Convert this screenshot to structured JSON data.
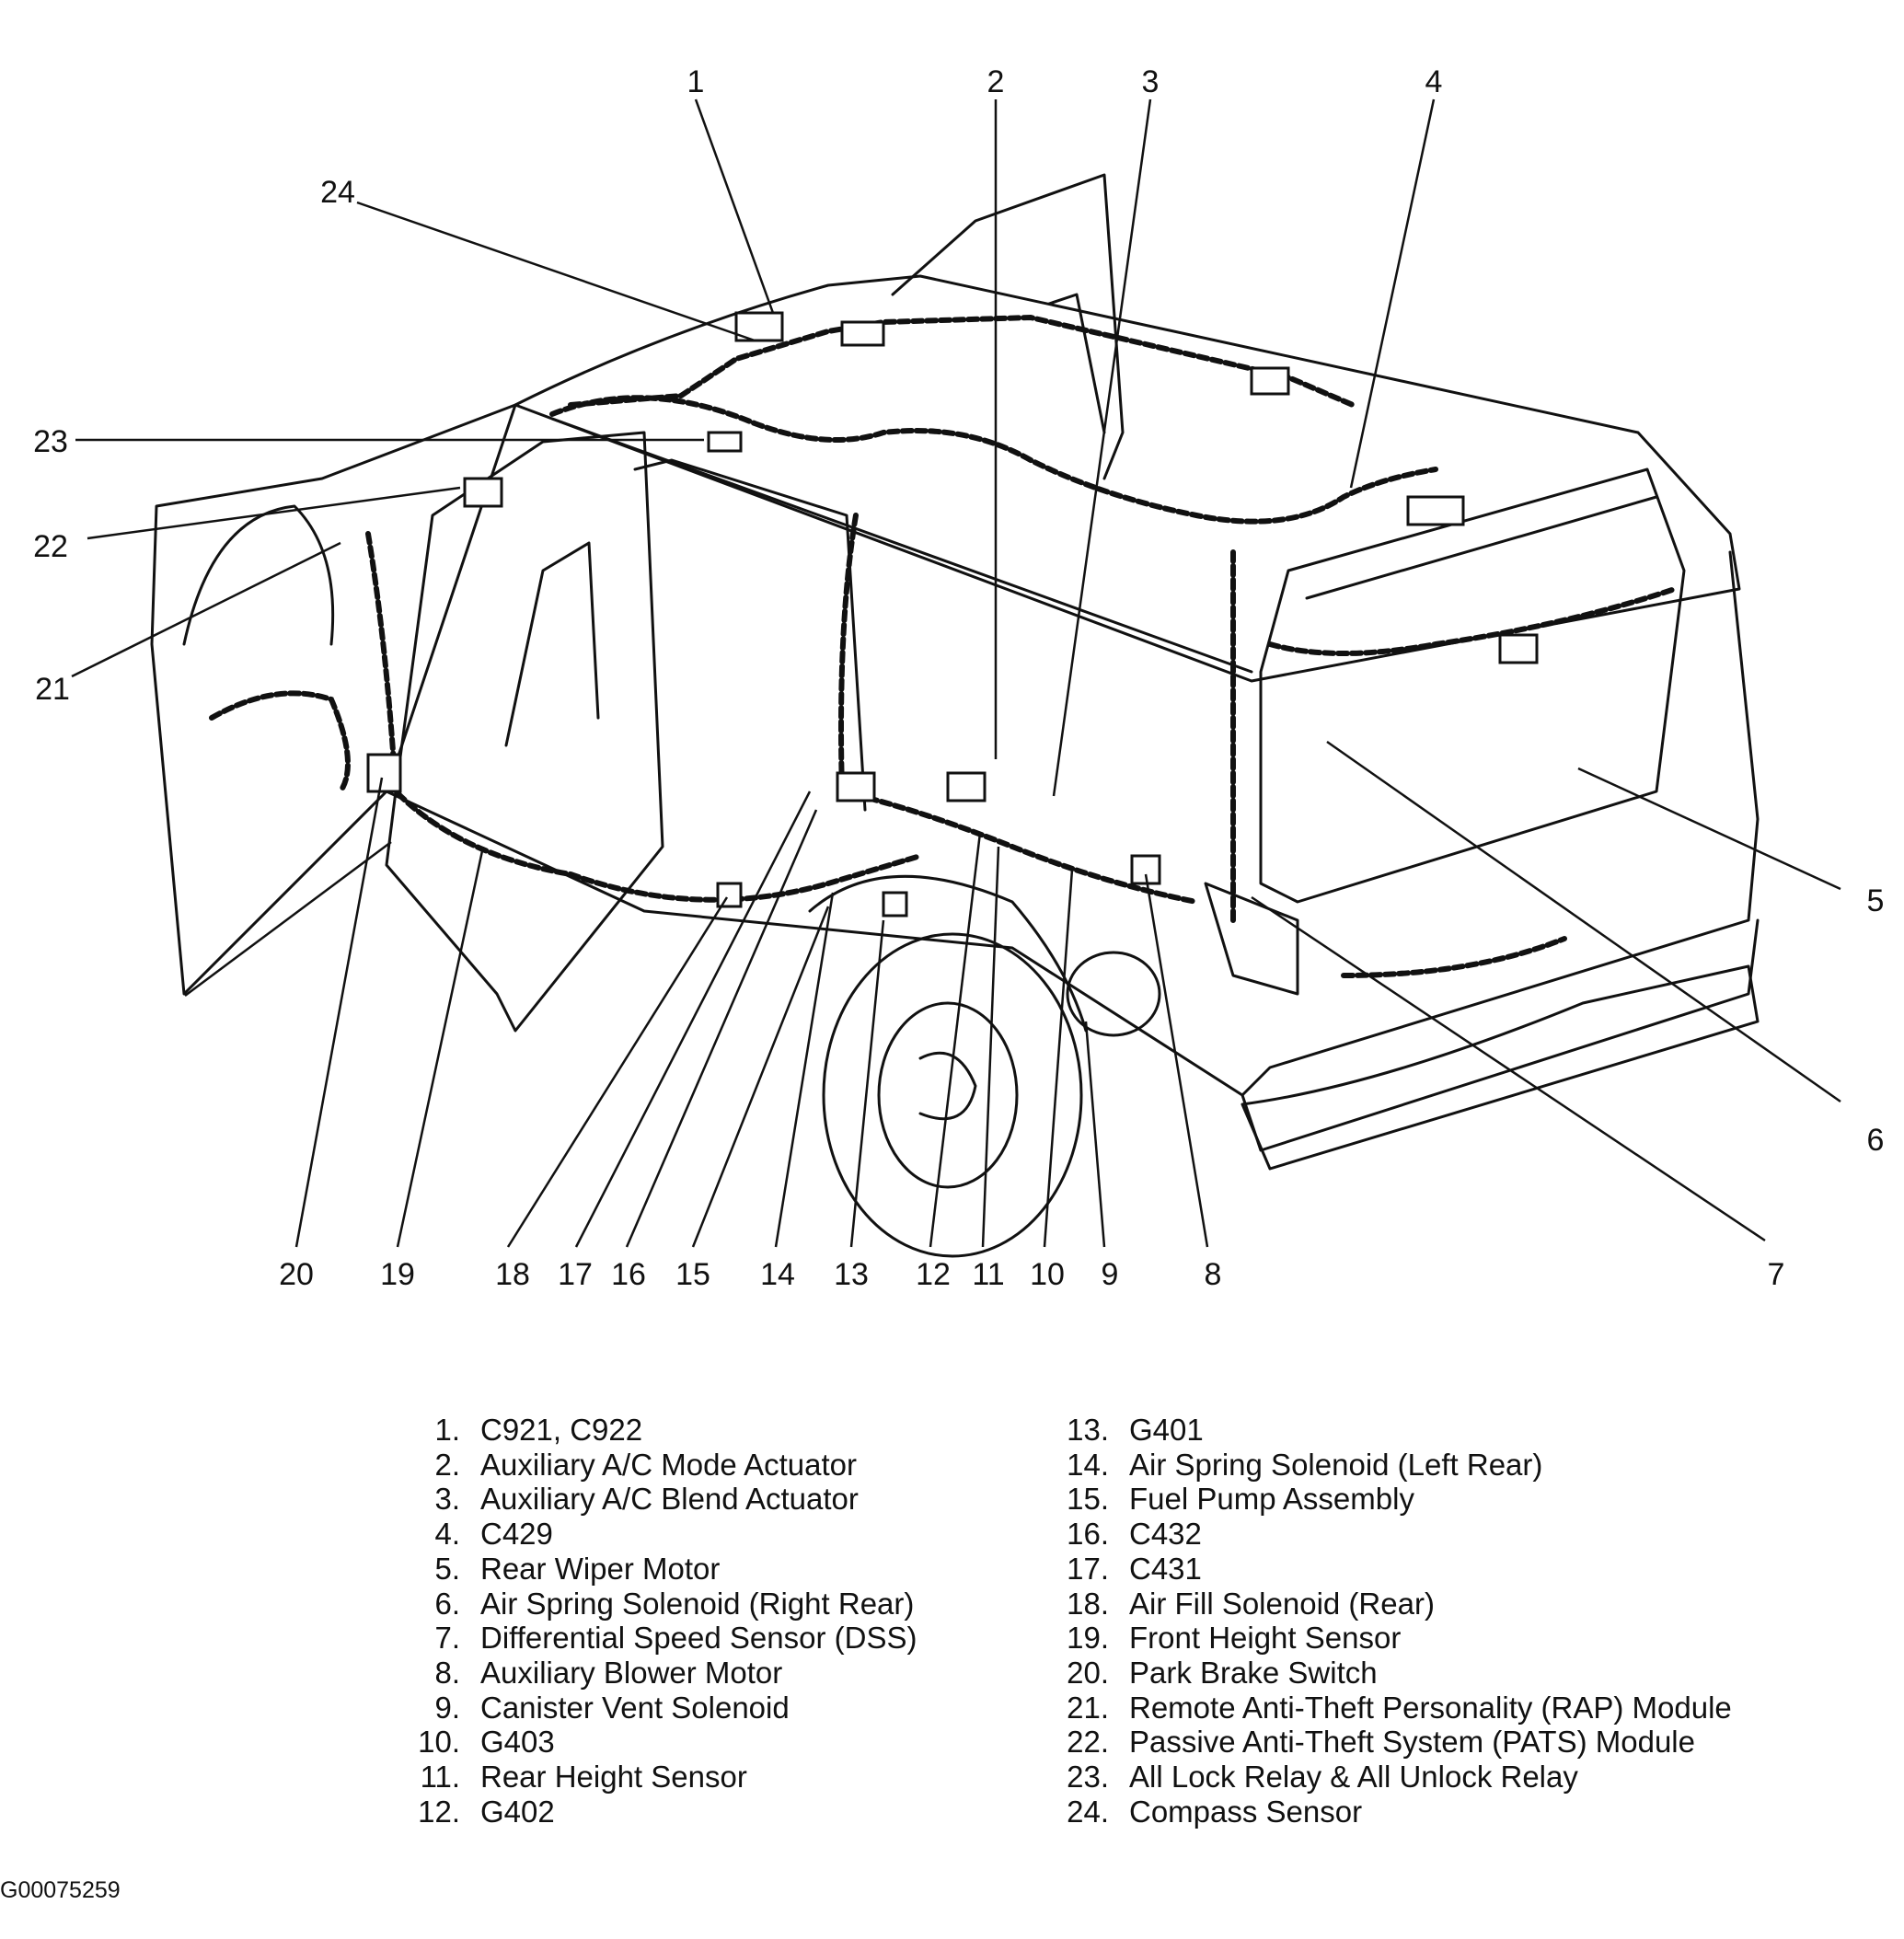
{
  "figure_id": "G00075259",
  "callouts": [
    "1",
    "2",
    "3",
    "4",
    "5",
    "6",
    "7",
    "8",
    "9",
    "10",
    "11",
    "12",
    "13",
    "14",
    "15",
    "16",
    "17",
    "18",
    "19",
    "20",
    "21",
    "22",
    "23",
    "24"
  ],
  "legend_left": [
    {
      "num": "1.",
      "text": "C921, C922"
    },
    {
      "num": "2.",
      "text": "Auxiliary A/C Mode Actuator"
    },
    {
      "num": "3.",
      "text": "Auxiliary A/C Blend Actuator"
    },
    {
      "num": "4.",
      "text": "C429"
    },
    {
      "num": "5.",
      "text": "Rear Wiper Motor"
    },
    {
      "num": "6.",
      "text": "Air Spring Solenoid (Right Rear)"
    },
    {
      "num": "7.",
      "text": "Differential Speed Sensor (DSS)"
    },
    {
      "num": "8.",
      "text": "Auxiliary Blower Motor"
    },
    {
      "num": "9.",
      "text": "Canister Vent Solenoid"
    },
    {
      "num": "10.",
      "text": "G403"
    },
    {
      "num": "11.",
      "text": "Rear Height Sensor"
    },
    {
      "num": "12.",
      "text": "G402"
    }
  ],
  "legend_right": [
    {
      "num": "13.",
      "text": "G401"
    },
    {
      "num": "14.",
      "text": "Air Spring Solenoid (Left Rear)"
    },
    {
      "num": "15.",
      "text": "Fuel Pump Assembly"
    },
    {
      "num": "16.",
      "text": "C432"
    },
    {
      "num": "17.",
      "text": "C431"
    },
    {
      "num": "18.",
      "text": "Air Fill Solenoid (Rear)"
    },
    {
      "num": "19.",
      "text": "Front Height Sensor"
    },
    {
      "num": "20.",
      "text": "Park Brake Switch"
    },
    {
      "num": "21.",
      "text": "Remote Anti-Theft Personality (RAP) Module"
    },
    {
      "num": "22.",
      "text": "Passive Anti-Theft System (PATS) Module"
    },
    {
      "num": "23.",
      "text": "All Lock Relay & All Unlock Relay"
    },
    {
      "num": "24.",
      "text": "Compass Sensor"
    }
  ]
}
